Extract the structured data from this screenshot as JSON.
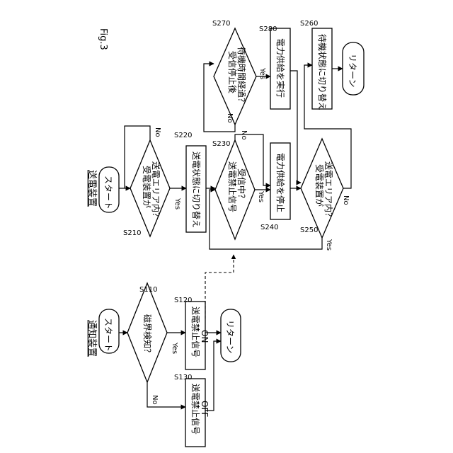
{
  "figure_label": "Fig.3",
  "notifier": {
    "title": "通知装置",
    "start": "スタート",
    "s110": {
      "step": "S110",
      "text": "磁界検知？"
    },
    "s120": {
      "step": "S120",
      "line1": "送電禁止信号",
      "line2": "ON"
    },
    "s130": {
      "step": "S130",
      "line1": "送電禁止信号",
      "line2": "OFF"
    },
    "yes": "Yes",
    "no": "No",
    "end": "リターン"
  },
  "transmitter": {
    "title": "送電装置",
    "start": "スタート",
    "s210": {
      "step": "S210",
      "line1": "受電装置が",
      "line2": "送電エリア内？"
    },
    "s220": {
      "step": "S220",
      "text": "送電状態に切り替え"
    },
    "s230": {
      "step": "S230",
      "line1": "送電禁止信号",
      "line2": "受信中？"
    },
    "s240": {
      "step": "S240",
      "text": "電力供給を停止"
    },
    "s250": {
      "step": "S250",
      "line1": "受電装置が",
      "line2": "送電エリア内？"
    },
    "s260": {
      "step": "S260",
      "text": "待機状態に切り替え"
    },
    "s270": {
      "step": "S270",
      "line1": "受信停止後",
      "line2": "待機時間経過？"
    },
    "s280": {
      "step": "S280",
      "text": "電力供給を実行"
    },
    "yes": "Yes",
    "no": "No",
    "end": "リターン"
  }
}
